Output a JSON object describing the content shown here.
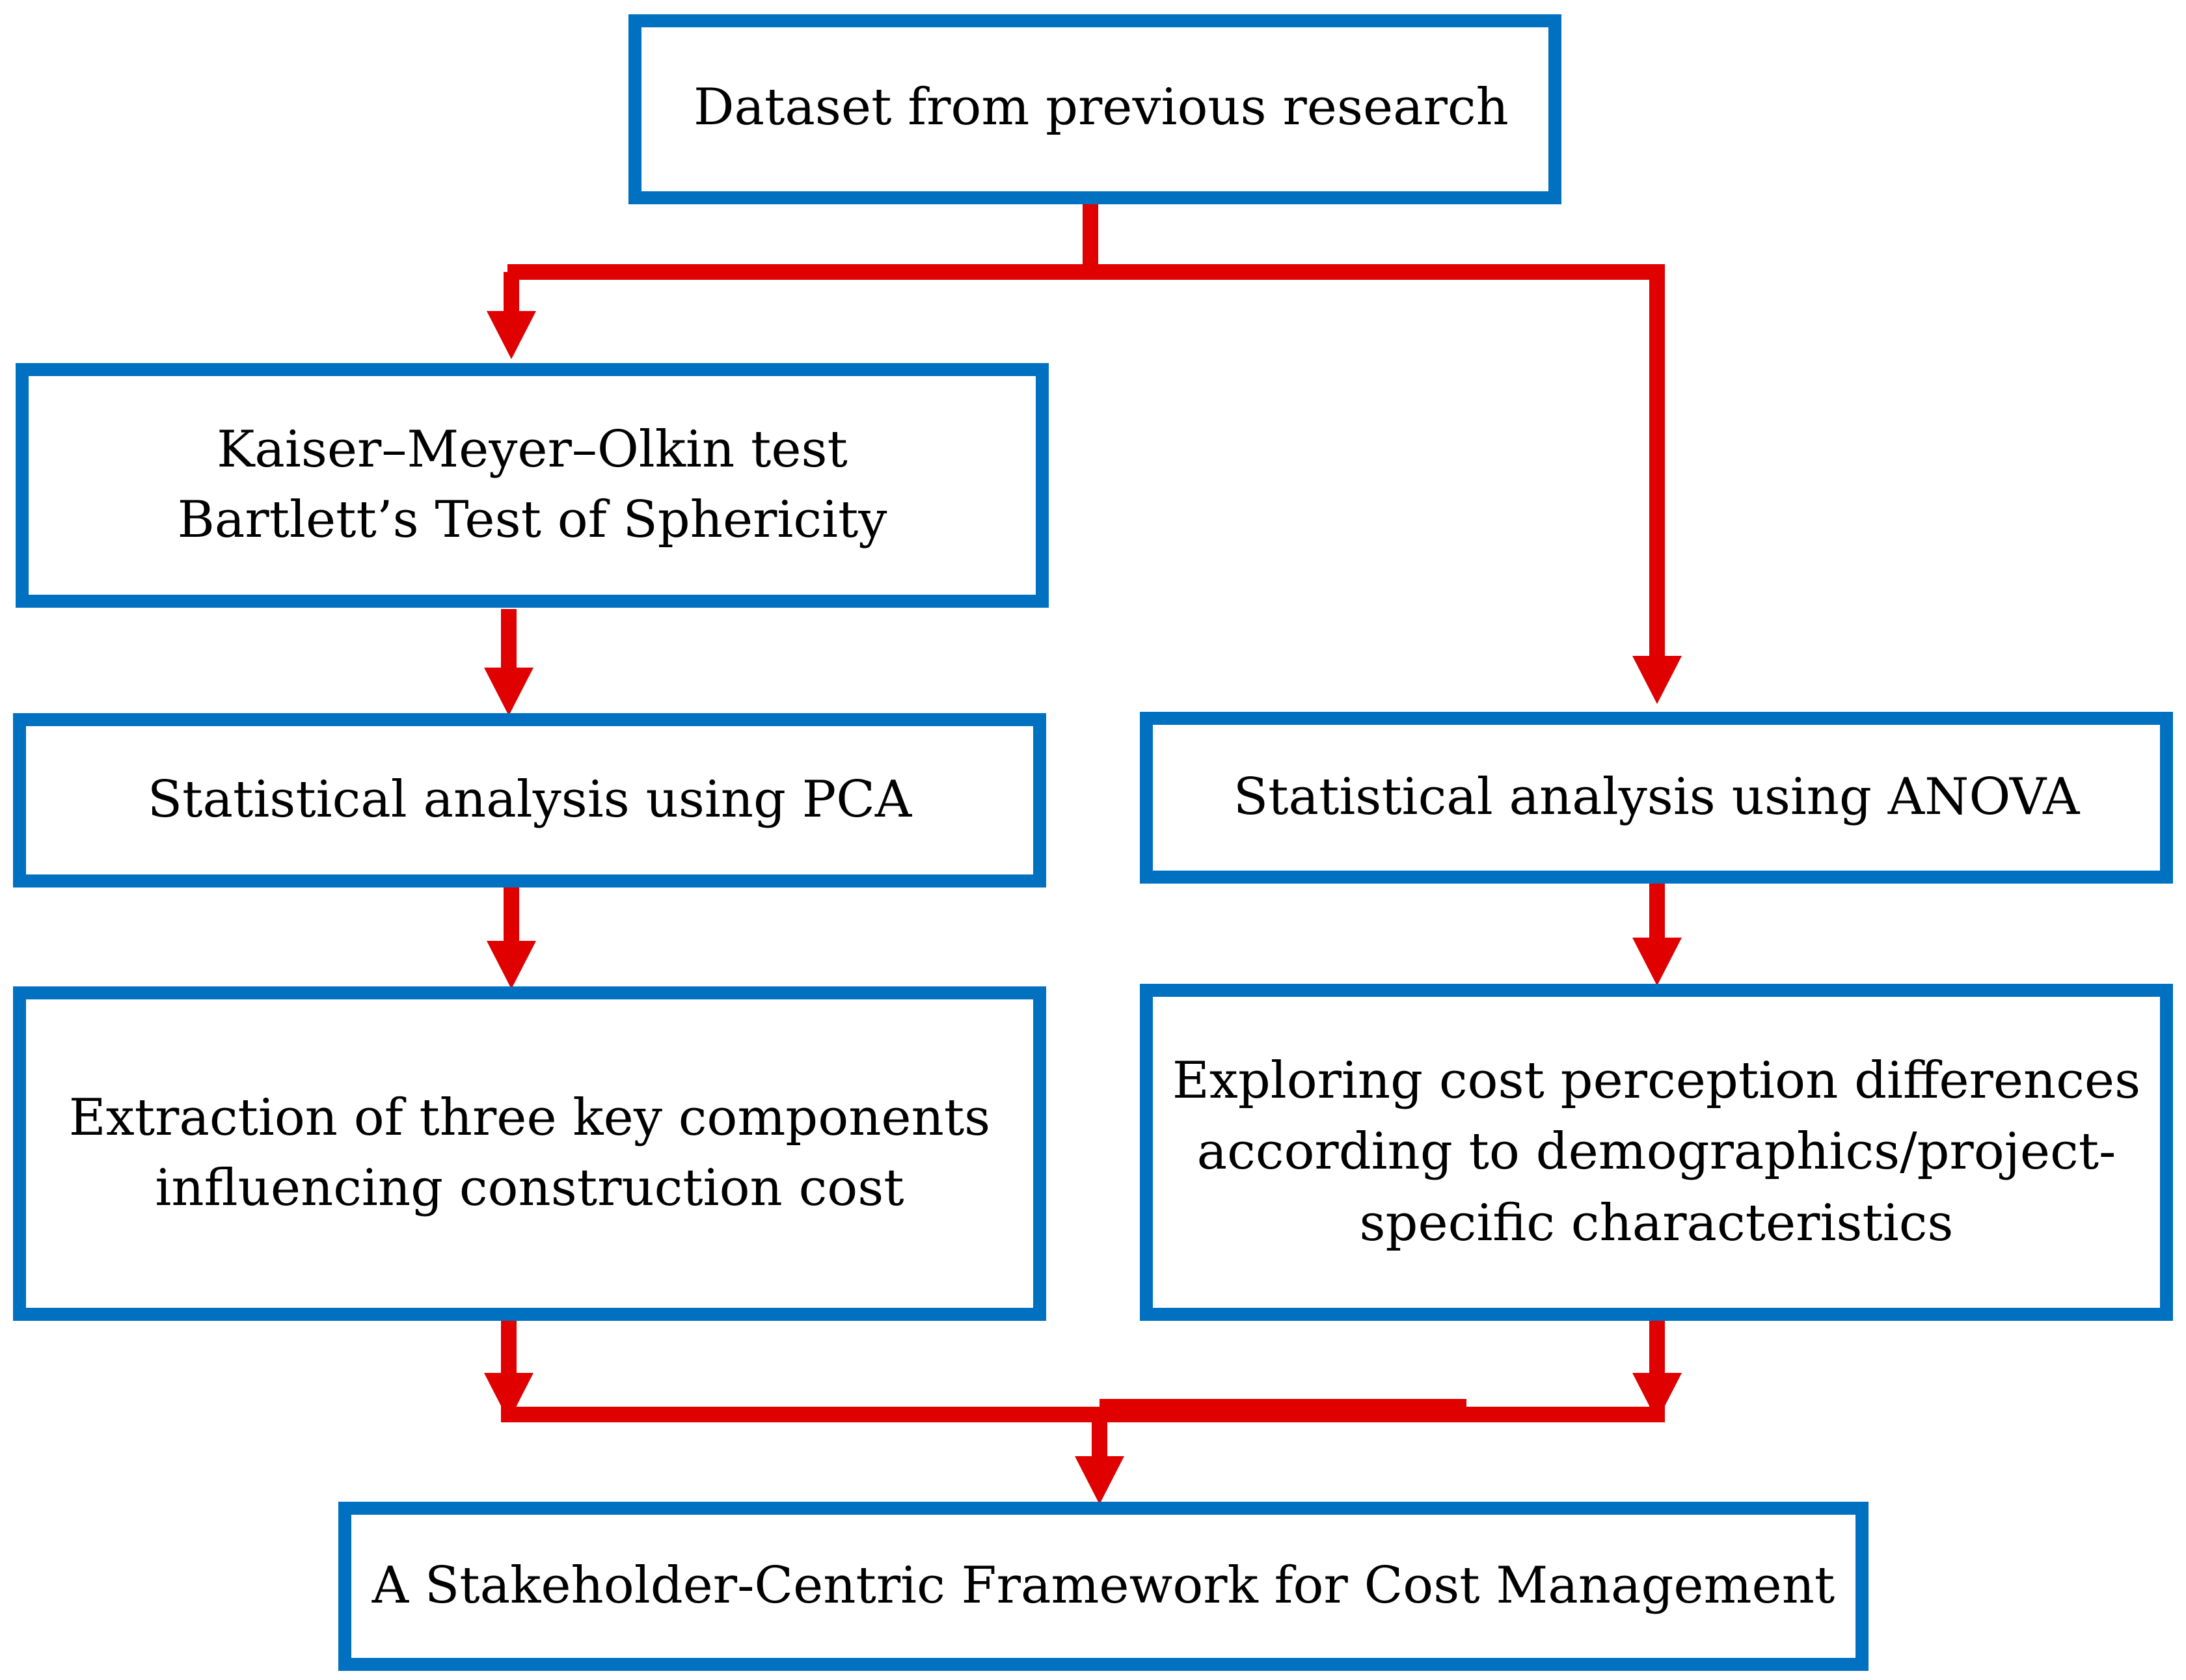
{
  "diagram": {
    "colors": {
      "box_border": "#0070C0",
      "arrow": "#E00000",
      "text": "#000000",
      "background": "#FFFFFF"
    },
    "nodes": {
      "dataset": {
        "lines": [
          "Dataset from previous research"
        ]
      },
      "kmo_bartlett": {
        "lines": [
          "Kaiser–Meyer–Olkin test",
          "Bartlett’s Test of Sphericity"
        ]
      },
      "pca": {
        "lines": [
          "Statistical analysis using PCA"
        ]
      },
      "anova": {
        "lines": [
          "Statistical analysis using ANOVA"
        ]
      },
      "extraction": {
        "lines": [
          "Extraction of three key components",
          "influencing construction cost"
        ]
      },
      "exploring": {
        "lines": [
          "Exploring cost perception differences",
          "according to demographics/project-",
          "specific characteristics"
        ]
      },
      "framework": {
        "lines": [
          "A Stakeholder-Centric Framework for Cost Management"
        ]
      }
    },
    "edges": [
      {
        "from": "dataset",
        "to": "kmo_bartlett"
      },
      {
        "from": "dataset",
        "to": "anova"
      },
      {
        "from": "kmo_bartlett",
        "to": "pca"
      },
      {
        "from": "pca",
        "to": "extraction"
      },
      {
        "from": "anova",
        "to": "exploring"
      },
      {
        "from": "extraction",
        "to": "framework"
      },
      {
        "from": "exploring",
        "to": "framework"
      }
    ]
  }
}
